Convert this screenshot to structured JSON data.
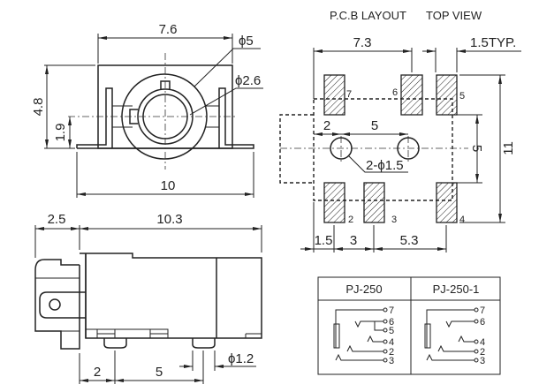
{
  "front_view": {
    "dim_width_top": "7.6",
    "dim_outer_diameter": "ϕ5",
    "dim_inner_diameter": "ϕ2.6",
    "dim_height": "4.8",
    "dim_center_height": "1.9",
    "dim_width_base": "10"
  },
  "pcb_layout": {
    "title": "P.C.B LAYOUT",
    "subtitle": "TOP VIEW",
    "dim_pad_span": "7.3",
    "dim_pad_width": "1.5TYP.",
    "dim_total_height": "11",
    "dim_inner_height": "5",
    "dim_hole_offset": "2",
    "dim_hole_spacing": "5",
    "dim_holes": "2-ϕ1.5",
    "dim_bottom": [
      "1.5",
      "3",
      "5.3"
    ],
    "pin_labels": [
      "7",
      "6",
      "5",
      "2",
      "3",
      "4"
    ]
  },
  "side_view": {
    "dim_front": "2.5",
    "dim_length": "10.3",
    "dim_peg_offset": "2",
    "dim_peg_spacing": "5",
    "dim_peg_diameter": "ϕ1.2"
  },
  "schematic_table": {
    "columns": [
      "PJ-250",
      "PJ-250-1"
    ],
    "pins_a": [
      "7",
      "6",
      "5",
      "4",
      "2",
      "3"
    ],
    "pins_b": [
      "7",
      "6",
      "4",
      "2",
      "3"
    ]
  }
}
